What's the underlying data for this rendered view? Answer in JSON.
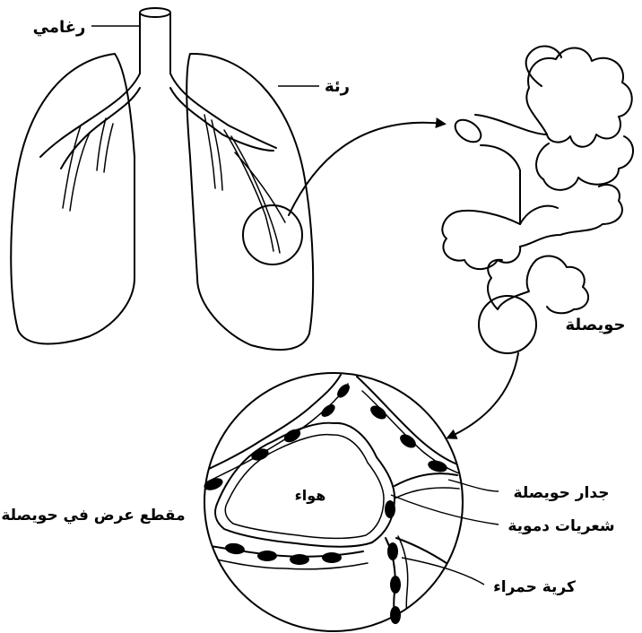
{
  "labels": {
    "trachea": "رغامي",
    "lung": "رئة",
    "alveolus": "حويصلة",
    "air": "هواء",
    "alveolar_wall": "جدار حويصلة",
    "capillaries": "شعريات دموية",
    "red_blood_cell": "كرية حمراء",
    "cross_section": "مقطع عرض في حويصلة"
  }
}
